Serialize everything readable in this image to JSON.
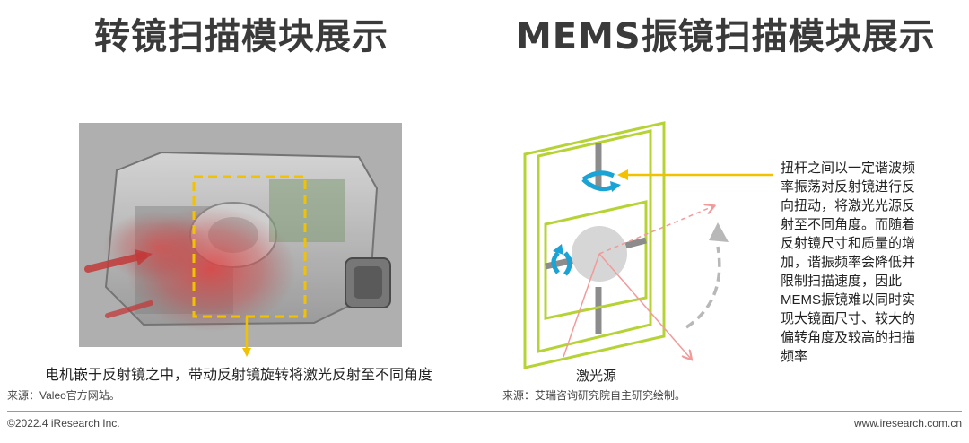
{
  "titles": {
    "left": "转镜扫描模块展示",
    "right": "MEMS振镜扫描模块展示"
  },
  "left_panel": {
    "caption": "电机嵌于反射镜之中，带动反射镜旋转将激光反射至不同角度",
    "source": "来源：Valeo官方网站。"
  },
  "right_panel": {
    "laser_label": "激光源",
    "source": "来源：艾瑞咨询研究院自主研究绘制。",
    "explanation_lines": [
      "扭杆之间以一定谐波频",
      "率振荡对反射镜进行反",
      "向扭动，将激光光源反",
      "射至不同角度。而随着",
      "反射镜尺寸和质量的增",
      "加，谐振频率会降低并",
      "限制扫描速度，因此",
      "MEMS振镜难以同时实",
      "现大镜面尺寸、较大的",
      "偏转角度及较高的扫描",
      "频率"
    ]
  },
  "footer": {
    "copyright": "©2022.4 iResearch Inc.",
    "website": "www.iresearch.com.cn"
  },
  "colors": {
    "frame_green": "#b5d334",
    "highlight_yellow": "#f2c200",
    "rotation_cyan": "#1aa3d4",
    "laser_pink": "#f29a9a",
    "torsion_bar_gray": "#8c8c8c"
  }
}
